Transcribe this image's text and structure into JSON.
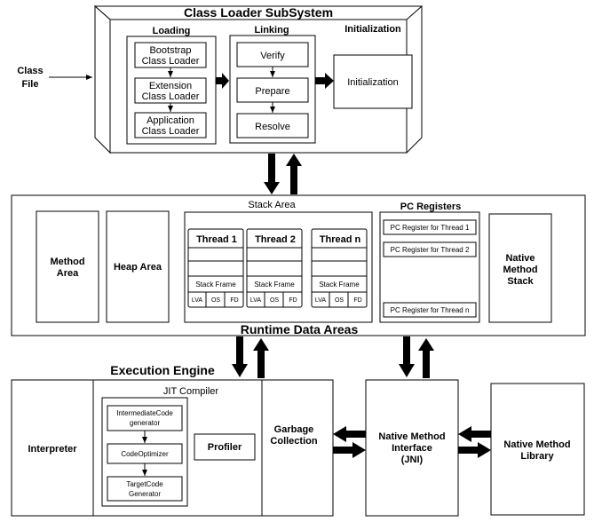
{
  "class_loader": {
    "title": "Class Loader SubSystem",
    "loading": {
      "label": "Loading",
      "bootstrap_line1": "Bootstrap",
      "bootstrap_line2": "Class Loader",
      "extension_line1": "Extension",
      "extension_line2": "Class Loader",
      "application_line1": "Application",
      "application_line2": "Class Loader"
    },
    "linking": {
      "label": "Linking",
      "verify": "Verify",
      "prepare": "Prepare",
      "resolve": "Resolve"
    },
    "initialization": {
      "label": "Initialization",
      "box": "Initialization"
    },
    "class_file_line1": "Class",
    "class_file_line2": "File"
  },
  "runtime": {
    "title": "Runtime Data Areas",
    "method_area_line1": "Method",
    "method_area_line2": "Area",
    "heap_area": "Heap Area",
    "stack_area": {
      "label": "Stack Area",
      "threads": [
        {
          "name": "Thread 1",
          "frame": "Stack Frame",
          "cells": [
            "LVA",
            "OS",
            "FD"
          ]
        },
        {
          "name": "Thread 2",
          "frame": "Stack Frame",
          "cells": [
            "LVA",
            "OS",
            "FD"
          ]
        },
        {
          "name": "Thread n",
          "frame": "Stack Frame",
          "cells": [
            "LVA",
            "OS",
            "FD"
          ]
        }
      ]
    },
    "pc_registers": {
      "label": "PC Registers",
      "items": [
        "PC Register for Thread 1",
        "PC Register for Thread 2",
        "PC Register for Thread n"
      ]
    },
    "native_stack_line1": "Native",
    "native_stack_line2": "Method",
    "native_stack_line3": "Stack"
  },
  "execution": {
    "title": "Execution Engine",
    "interpreter": "Interpreter",
    "jit": {
      "label": "JIT Compiler",
      "intermediate_line1": "IntermediateCode",
      "intermediate_line2": "generator",
      "optimizer": "CodeOptimizer",
      "target_line1": "TargetCode",
      "target_line2": "Generator",
      "profiler": "Profiler"
    },
    "gc_line1": "Garbage",
    "gc_line2": "Collection"
  },
  "native": {
    "interface_line1": "Native Method",
    "interface_line2": "Interface",
    "interface_line3": "(JNI)",
    "library_line1": "Native Method",
    "library_line2": "Library"
  }
}
